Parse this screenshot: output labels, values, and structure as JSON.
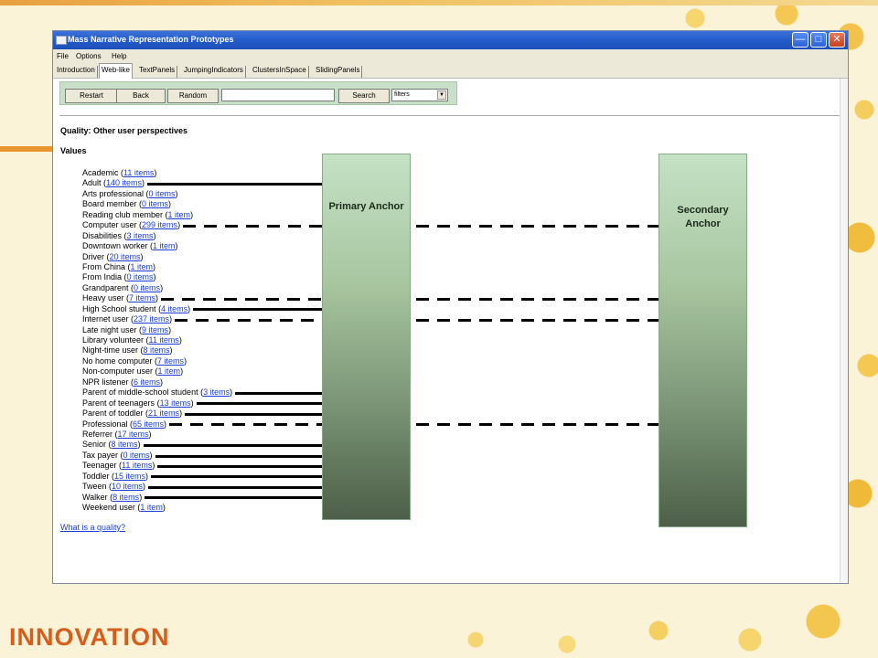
{
  "slide": {
    "logo_text": "INNOVATION"
  },
  "window": {
    "title": "Mass Narrative Representation Prototypes",
    "menu": [
      "File",
      "Options",
      "Help"
    ],
    "tabs": [
      "Introduction",
      "Web-like",
      "TextPanels",
      "JumpingIndicators",
      "ClustersInSpace",
      "SlidingPanels"
    ],
    "active_tab": "Web-like"
  },
  "toolbar": {
    "restart_label": "Restart",
    "back_label": "Back",
    "random_label": "Random",
    "search_value": "",
    "search_label": "Search",
    "filter_value": "filters"
  },
  "main": {
    "quality_heading": "Quality: Other user perspectives",
    "values_heading": "Values",
    "values": [
      {
        "name": "Academic",
        "count": "11 items"
      },
      {
        "name": "Adult",
        "count": "140 items"
      },
      {
        "name": "Arts professional",
        "count": "0 items"
      },
      {
        "name": "Board member",
        "count": "0 items"
      },
      {
        "name": "Reading club member",
        "count": "1 item"
      },
      {
        "name": "Computer user",
        "count": "299 items"
      },
      {
        "name": "Disabilities",
        "count": "3 items"
      },
      {
        "name": "Downtown worker",
        "count": "1 item"
      },
      {
        "name": "Driver",
        "count": "20 items"
      },
      {
        "name": "From China",
        "count": "1 item"
      },
      {
        "name": "From India",
        "count": "0 items"
      },
      {
        "name": "Grandparent",
        "count": "0 items"
      },
      {
        "name": "Heavy user",
        "count": "7 items"
      },
      {
        "name": "High School student",
        "count": "4 items"
      },
      {
        "name": "Internet user",
        "count": "237 items"
      },
      {
        "name": "Late night user",
        "count": "9 items"
      },
      {
        "name": "Library volunteer",
        "count": "11 items"
      },
      {
        "name": "Night-time user",
        "count": "8 items"
      },
      {
        "name": "No home computer",
        "count": "7 items"
      },
      {
        "name": "Non-computer user",
        "count": "1 item"
      },
      {
        "name": "NPR listener",
        "count": "6 items"
      },
      {
        "name": "Parent of middle-school student",
        "count": "3 items"
      },
      {
        "name": "Parent of teenagers",
        "count": "13 items"
      },
      {
        "name": "Parent of toddler",
        "count": "21 items"
      },
      {
        "name": "Professional",
        "count": "65 items"
      },
      {
        "name": "Referrer",
        "count": "17 items"
      },
      {
        "name": "Senior",
        "count": "8 items"
      },
      {
        "name": "Tax payer",
        "count": "0 items"
      },
      {
        "name": "Teenager",
        "count": "11 items"
      },
      {
        "name": "Toddler",
        "count": "15 items"
      },
      {
        "name": "Tween",
        "count": "10 items"
      },
      {
        "name": "Walker",
        "count": "8 items"
      },
      {
        "name": "Weekend user",
        "count": "1 item"
      }
    ],
    "footer_link": "What is a quality?"
  },
  "overlay": {
    "primary_anchor_label": "Primary Anchor",
    "secondary_anchor_label": "Secondary Anchor",
    "solid_links_to_primary": [
      "Adult",
      "High School student",
      "Parent of middle-school student",
      "Parent of teenagers",
      "Parent of toddler",
      "Senior",
      "Tax payer",
      "Teenager",
      "Toddler",
      "Tween",
      "Walker"
    ],
    "dashed_links_to_secondary": [
      "Computer user",
      "Heavy user",
      "Internet user",
      "Professional"
    ]
  }
}
